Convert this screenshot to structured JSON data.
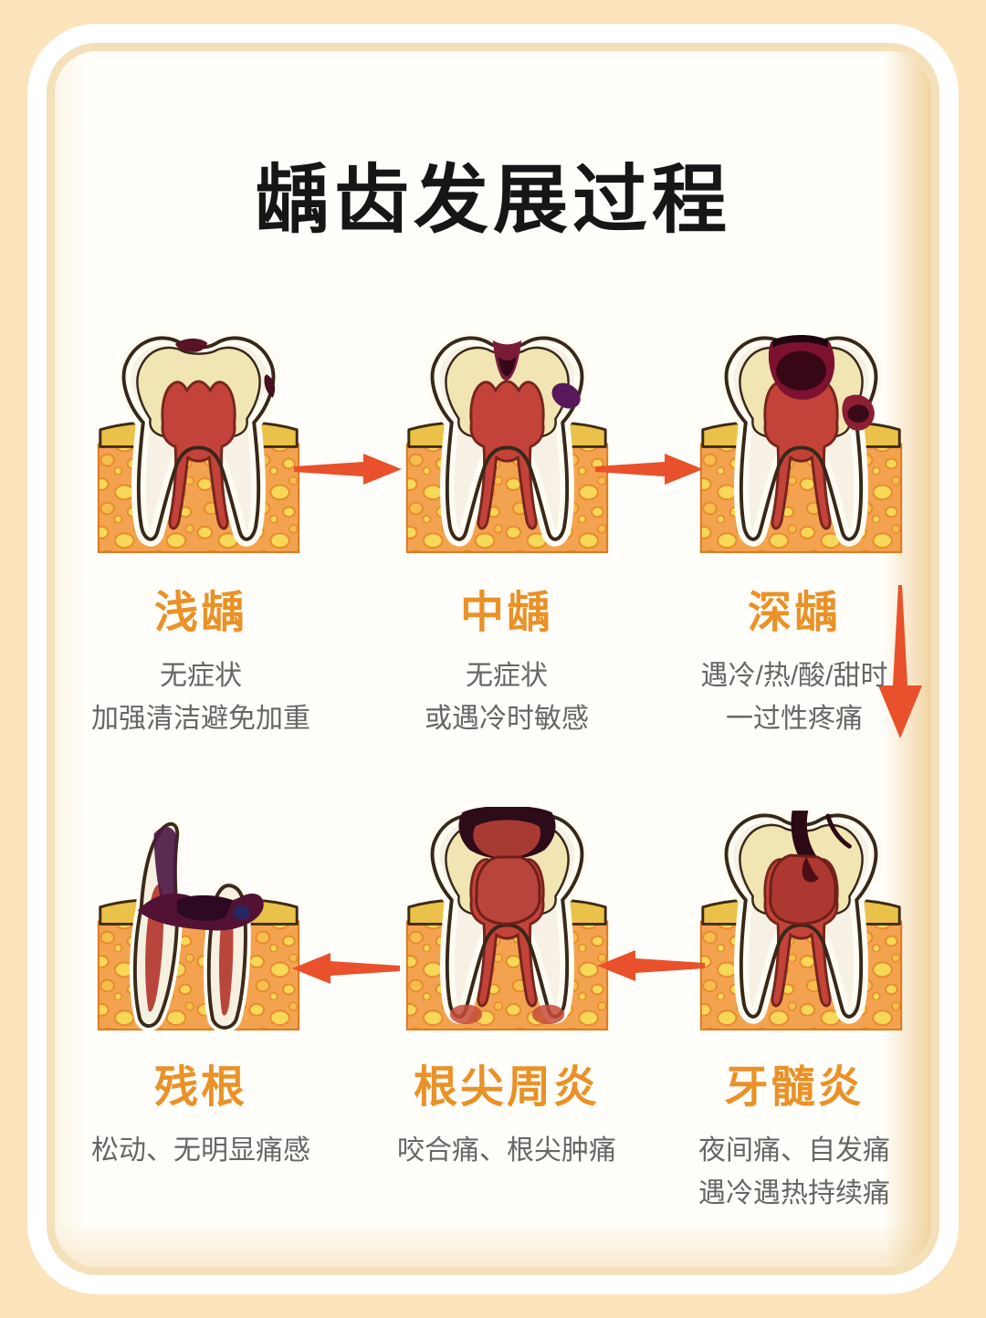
{
  "title": "龋齿发展过程",
  "colors": {
    "background": "#FBE3BC",
    "card": "#FFFEFA",
    "stage_name_orange": "#EA9127",
    "symptom_gray": "#666666",
    "arrow_red": "#E8512B",
    "title_black": "#161616",
    "bone_orange": "#F3A350",
    "gum_yellow": "#EAC24A",
    "pulp_red": "#C3433A",
    "decay_dark": "#571426"
  },
  "stages": [
    {
      "name": "浅龋",
      "illustration": "tooth-shallow-caries",
      "symptoms": [
        "无症状",
        "加强清洁避免加重"
      ]
    },
    {
      "name": "中龋",
      "illustration": "tooth-moderate-caries",
      "symptoms": [
        "无症状",
        "或遇冷时敏感"
      ]
    },
    {
      "name": "深龋",
      "illustration": "tooth-deep-caries",
      "symptoms": [
        "遇冷/热/酸/甜时",
        "一过性疼痛"
      ]
    },
    {
      "name": "牙髓炎",
      "illustration": "tooth-pulpitis",
      "symptoms": [
        "夜间痛、自发痛",
        "遇冷遇热持续痛"
      ]
    },
    {
      "name": "根尖周炎",
      "illustration": "tooth-periapical-periodontitis",
      "symptoms": [
        "咬合痛、根尖肿痛"
      ]
    },
    {
      "name": "残根",
      "illustration": "tooth-residual-root",
      "symptoms": [
        "松动、无明显痛感"
      ]
    }
  ],
  "flow": {
    "row1_order": [
      "浅龋",
      "中龋",
      "深龋"
    ],
    "row2_order": [
      "残根",
      "根尖周炎",
      "牙髓炎"
    ],
    "arrow_directions": [
      "right",
      "right",
      "down",
      "left",
      "left"
    ]
  }
}
